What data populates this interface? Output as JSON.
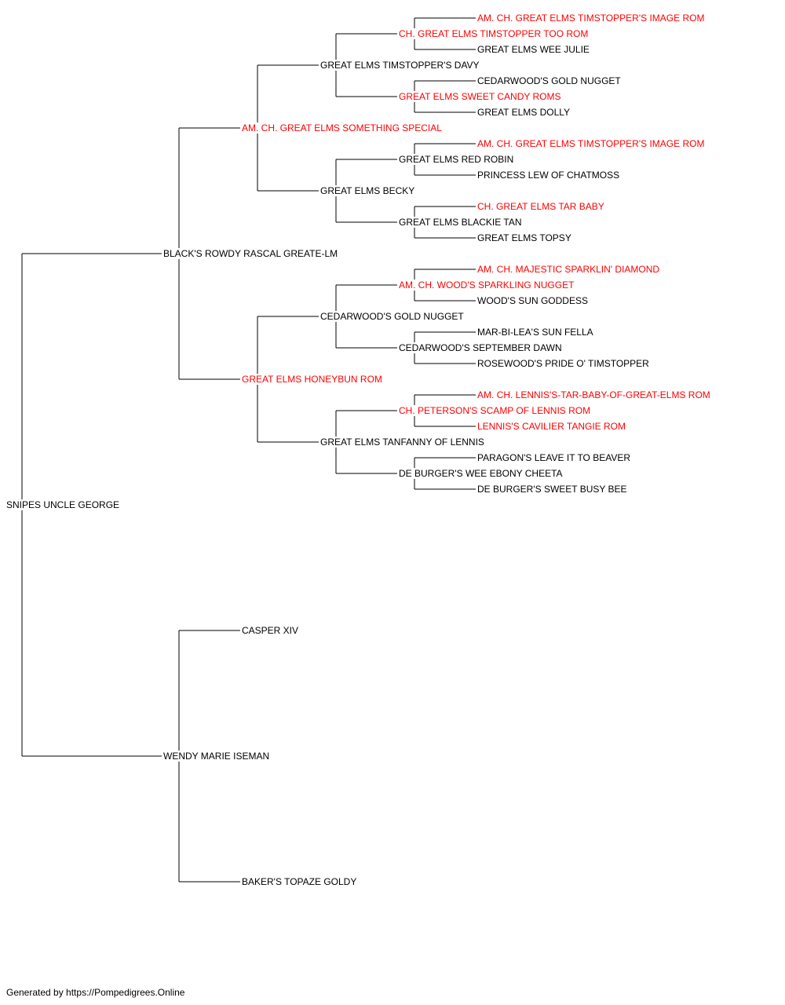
{
  "colors": {
    "champion": "#ff0000",
    "normal": "#000000",
    "line": "#000000"
  },
  "pedigree": {
    "name": "SNIPES UNCLE GEORGE",
    "red": false,
    "sire": {
      "name": "BLACK'S ROWDY RASCAL GREATE-LM",
      "red": false,
      "sire": {
        "name": "AM. CH. GREAT ELMS SOMETHING SPECIAL",
        "red": true,
        "sire": {
          "name": "GREAT ELMS TIMSTOPPER'S DAVY",
          "red": false,
          "sire": {
            "name": "CH. GREAT ELMS TIMSTOPPER TOO ROM",
            "red": true,
            "sire": {
              "name": "AM. CH. GREAT ELMS TIMSTOPPER'S IMAGE ROM",
              "red": true
            },
            "dam": {
              "name": "GREAT ELMS WEE JULIE",
              "red": false
            }
          },
          "dam": {
            "name": "GREAT ELMS SWEET CANDY ROMS",
            "red": true,
            "sire": {
              "name": "CEDARWOOD'S GOLD NUGGET",
              "red": false
            },
            "dam": {
              "name": "GREAT ELMS DOLLY",
              "red": false
            }
          }
        },
        "dam": {
          "name": "GREAT ELMS BECKY",
          "red": false,
          "sire": {
            "name": "GREAT ELMS RED ROBIN",
            "red": false,
            "sire": {
              "name": "AM. CH. GREAT ELMS TIMSTOPPER'S IMAGE ROM",
              "red": true
            },
            "dam": {
              "name": "PRINCESS LEW OF CHATMOSS",
              "red": false
            }
          },
          "dam": {
            "name": "GREAT ELMS BLACKIE TAN",
            "red": false,
            "sire": {
              "name": "CH. GREAT ELMS TAR BABY",
              "red": true
            },
            "dam": {
              "name": "GREAT ELMS TOPSY",
              "red": false
            }
          }
        }
      },
      "dam": {
        "name": "GREAT ELMS HONEYBUN ROM",
        "red": true,
        "sire": {
          "name": "CEDARWOOD'S GOLD NUGGET",
          "red": false,
          "sire": {
            "name": "AM. CH. WOOD'S SPARKLING NUGGET",
            "red": true,
            "sire": {
              "name": "AM. CH. MAJESTIC SPARKLIN' DIAMOND",
              "red": true
            },
            "dam": {
              "name": "WOOD'S SUN GODDESS",
              "red": false
            }
          },
          "dam": {
            "name": "CEDARWOOD'S SEPTEMBER DAWN",
            "red": false,
            "sire": {
              "name": "MAR-BI-LEA'S SUN FELLA",
              "red": false
            },
            "dam": {
              "name": "ROSEWOOD'S PRIDE O' TIMSTOPPER",
              "red": false
            }
          }
        },
        "dam": {
          "name": "GREAT ELMS TANFANNY OF LENNIS",
          "red": false,
          "sire": {
            "name": "CH. PETERSON'S SCAMP OF LENNIS ROM",
            "red": true,
            "sire": {
              "name": "AM. CH. LENNIS'S-TAR-BABY-OF-GREAT-ELMS ROM",
              "red": true
            },
            "dam": {
              "name": "LENNIS'S CAVILIER TANGIE ROM",
              "red": true
            }
          },
          "dam": {
            "name": "DE BURGER'S WEE EBONY CHEETA",
            "red": false,
            "sire": {
              "name": "PARAGON'S LEAVE IT TO BEAVER",
              "red": false
            },
            "dam": {
              "name": "DE BURGER'S SWEET BUSY BEE",
              "red": false
            }
          }
        }
      }
    },
    "dam": {
      "name": "WENDY MARIE ISEMAN",
      "red": false,
      "sire": {
        "name": "CASPER XIV",
        "red": false
      },
      "dam": {
        "name": "BAKER'S TOPAZE GOLDY",
        "red": false
      }
    }
  },
  "footer": {
    "text": "Generated by https://Pompedigrees.Online"
  }
}
